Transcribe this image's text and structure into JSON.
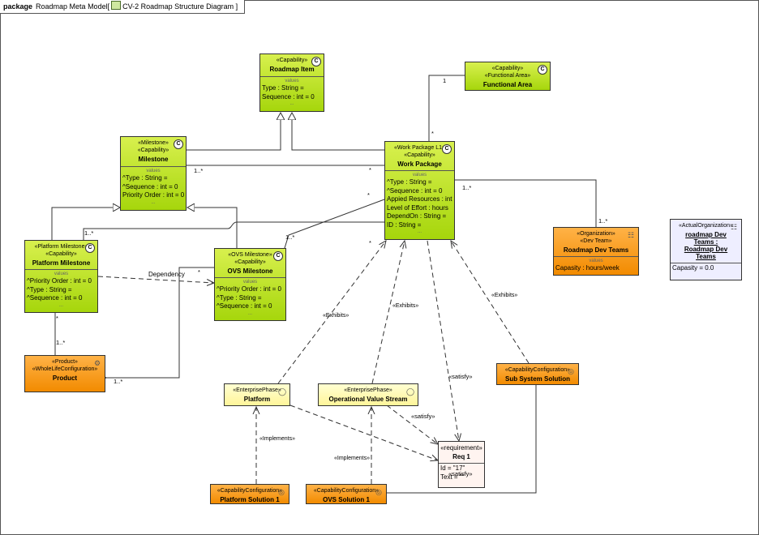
{
  "frame": {
    "keyword": "package",
    "name": "Roadmap Meta Model",
    "diagram_title": "CV-2 Roadmap Structure Diagram ]"
  },
  "blocks": {
    "roadmap_item": {
      "stereo": [
        "«Capability»"
      ],
      "name": "Roadmap Item",
      "values_label": "values",
      "attrs": [
        "Type : String =",
        "Sequence : int = 0"
      ],
      "more": "..."
    },
    "functional_area": {
      "stereo": [
        "«Capability»",
        "«Functional Area»"
      ],
      "name": "Functional Area"
    },
    "milestone": {
      "stereo": [
        "«Milestone»",
        "«Capability»"
      ],
      "name": "Milestone",
      "values_label": "values",
      "attrs": [
        "^Type : String =",
        "^Sequence : int = 0",
        "Priority Order : int = 0"
      ],
      "more": "..."
    },
    "work_package": {
      "stereo": [
        "«Work Package L1»",
        "«Capability»"
      ],
      "name": "Work Package",
      "values_label": "values",
      "attrs": [
        "^Type : String =",
        "^Sequence : int = 0",
        "Appied Resources : int",
        "Level of Effort : hours",
        "DependOn : String =",
        "ID : String ="
      ],
      "more": "..."
    },
    "platform_milestone": {
      "stereo": [
        "«Platform Milestone»",
        "«Capability»"
      ],
      "name": "Platform Milestone",
      "values_label": "values",
      "attrs": [
        "^Priority Order : int = 0",
        "^Type : String =",
        "^Sequence : int = 0"
      ],
      "more": "..."
    },
    "ovs_milestone": {
      "stereo": [
        "«OVS Milestone»",
        "«Capability»"
      ],
      "name": "OVS Milestone",
      "values_label": "values",
      "attrs": [
        "^Priority Order : int = 0",
        "^Type : String =",
        "^Sequence : int = 0"
      ],
      "more": "..."
    },
    "roadmap_dev_teams": {
      "stereo": [
        "«Organization»",
        "«Dev Team»"
      ],
      "name": "Roadmap Dev Teams",
      "values_label": "values",
      "attrs": [
        "Capasity : hours/week"
      ]
    },
    "actual_org": {
      "stereo": [
        "«ActualOrganization»"
      ],
      "name_lines": [
        "roadmap Dev",
        "Teams :",
        "Roadmap Dev",
        "Teams"
      ],
      "attrs": [
        "Capasity = 0.0"
      ]
    },
    "product": {
      "stereo": [
        "«Product»",
        "«WholeLifeConfiguration»"
      ],
      "name": "Product"
    },
    "platform": {
      "stereo": [
        "«EnterprisePhase»"
      ],
      "name": "Platform"
    },
    "ovs": {
      "stereo": [
        "«EnterprisePhase»"
      ],
      "name": "Operational Value Stream"
    },
    "sub_system": {
      "stereo": [
        "«CapabilityConfiguration»"
      ],
      "name": "Sub System Solution"
    },
    "req1": {
      "stereo": [
        "«requirement»"
      ],
      "name": "Req 1",
      "attrs": [
        "Id = \"17\"",
        "Text = \"\""
      ]
    },
    "platform_solution": {
      "stereo": [
        "«CapabilityConfiguration»"
      ],
      "name": "Platform Solution 1"
    },
    "ovs_solution": {
      "stereo": [
        "«CapabilityConfiguration»"
      ],
      "name": "OVS Solution 1"
    }
  },
  "labels": {
    "mult_fa_1": "1",
    "mult_fa_star": "*",
    "mult_ms_1n": "1..*",
    "mult_ms_star": "*",
    "mult_wp_star": "*",
    "mult_wp_1n": "1..*",
    "mult_pm_1n": "1..*",
    "mult_ovs_1n": "1..*",
    "mult_ovs_star": "*",
    "mult_dt_1n": "1..*",
    "mult_pm_star": "*",
    "mult_prod_1n": "1..*",
    "mult_prod2_1n": "1..*",
    "mult_ovsm_star": "*",
    "dependency": "Dependency",
    "exhibits_1": "«Exhibits»",
    "exhibits_2": "«Exhibits»",
    "exhibits_3": "«Exhibits»",
    "satisfy_1": "«satisfy»",
    "satisfy_2": "«satisfy»",
    "satisfy_3": "«satisfy»",
    "implements_1": "«Implements»",
    "implements_2": "«Implements»"
  },
  "colors": {
    "capability_green": "#a6d60c",
    "config_orange": "#f28b00",
    "phase_yellow": "#fff59a",
    "actual_org_lavender": "#eeeeff",
    "requirement_pink": "#fff4f0"
  }
}
